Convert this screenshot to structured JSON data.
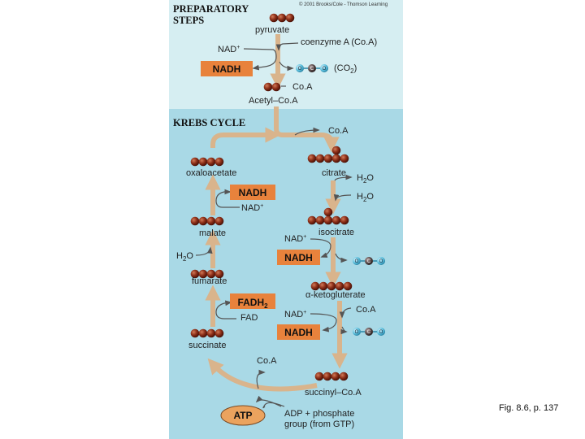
{
  "copyright": "© 2001 Brooks/Cole - Thomson Learning",
  "sections": {
    "preparatory": [
      "PREPARATORY",
      "STEPS"
    ],
    "krebs": "KREBS CYCLE"
  },
  "labels": {
    "pyruvate": "pyruvate",
    "coenzyme_a": "coenzyme A (Co.A)",
    "nad_plus": "NAD",
    "plus_sign": "+",
    "co2_open": "(CO",
    "co2_sub": "2",
    "co2_close": ")",
    "coa": "Co.A",
    "acetyl_coa": "Acetyl–Co.A",
    "oxaloacetate": "oxaloacetate",
    "citrate": "citrate",
    "h2o_h": "H",
    "h2o_sub": "2",
    "h2o_o": "O",
    "isocitrate": "isocitrate",
    "malate": "malate",
    "fumarate": "fumarate",
    "alpha": "α",
    "ketoglutarate": "-ketogluterate",
    "fad": "FAD",
    "succinate": "succinate",
    "succinyl_coa": "succinyl–Co.A",
    "adp_line1": "ADP + phosphate",
    "adp_line2": "group (from GTP)"
  },
  "boxes": {
    "nadh": "NADH",
    "fadh2_main": "FADH",
    "fadh2_sub": "2",
    "atp": "ATP"
  },
  "co2_molecule": [
    "O",
    "C",
    "O"
  ],
  "caption": "Fig. 8.6, p. 137",
  "colors": {
    "prep_bg": "#d6eef2",
    "krebs_bg": "#a9d9e6",
    "arrow_tan": "#d9b48c",
    "molecule": "#8b2e17",
    "nadh_box": "#e8823c",
    "atp_box": "#eba35e",
    "co2_carbon": "#5a4a4a",
    "co2_oxygen": "#5fc2e0"
  }
}
